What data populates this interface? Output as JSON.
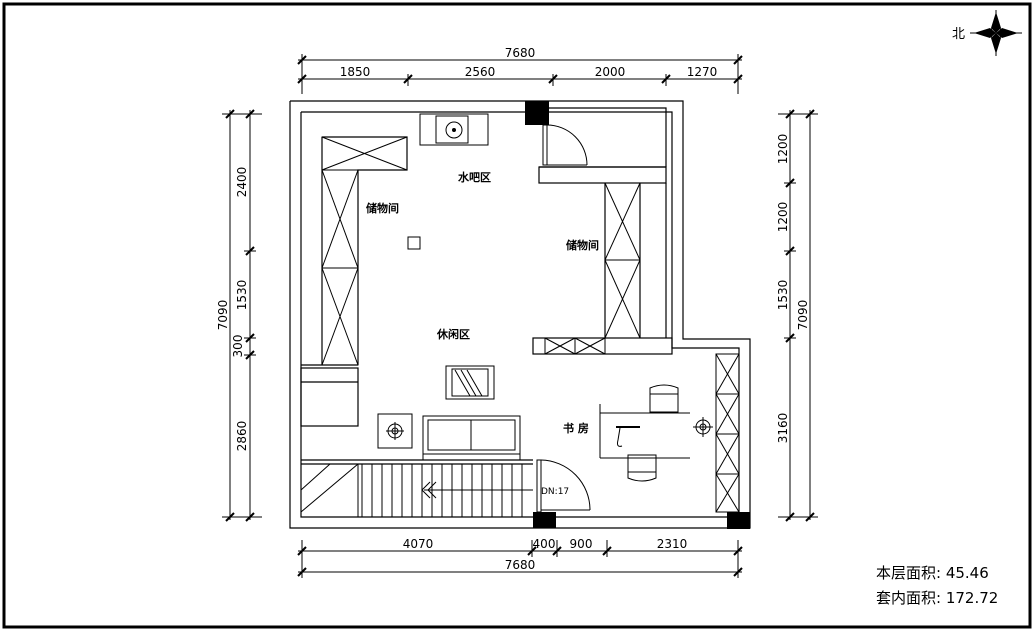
{
  "north": {
    "label": "北",
    "icon": "compass-rose-icon"
  },
  "dimensions": {
    "top_total": "7680",
    "top_segments": [
      "1850",
      "2560",
      "2000",
      "1270"
    ],
    "bottom_segments": [
      "4070",
      "400",
      "900",
      "2310"
    ],
    "bottom_total": "7680",
    "left_total": "7090",
    "left_segments": [
      "2400",
      "1530",
      "300",
      "2860"
    ],
    "right_segments": [
      "1200",
      "1200",
      "1530",
      "3160"
    ],
    "right_total": "7090"
  },
  "rooms": {
    "water_bar": "水吧区",
    "storage_left": "储物间",
    "storage_right": "储物间",
    "lounge": "休闲区",
    "study": "书 房"
  },
  "stair_label": "DN:17",
  "area_info": {
    "floor_area": "本层面积: 45.46",
    "inner_area": "套内面积: 172.72"
  }
}
